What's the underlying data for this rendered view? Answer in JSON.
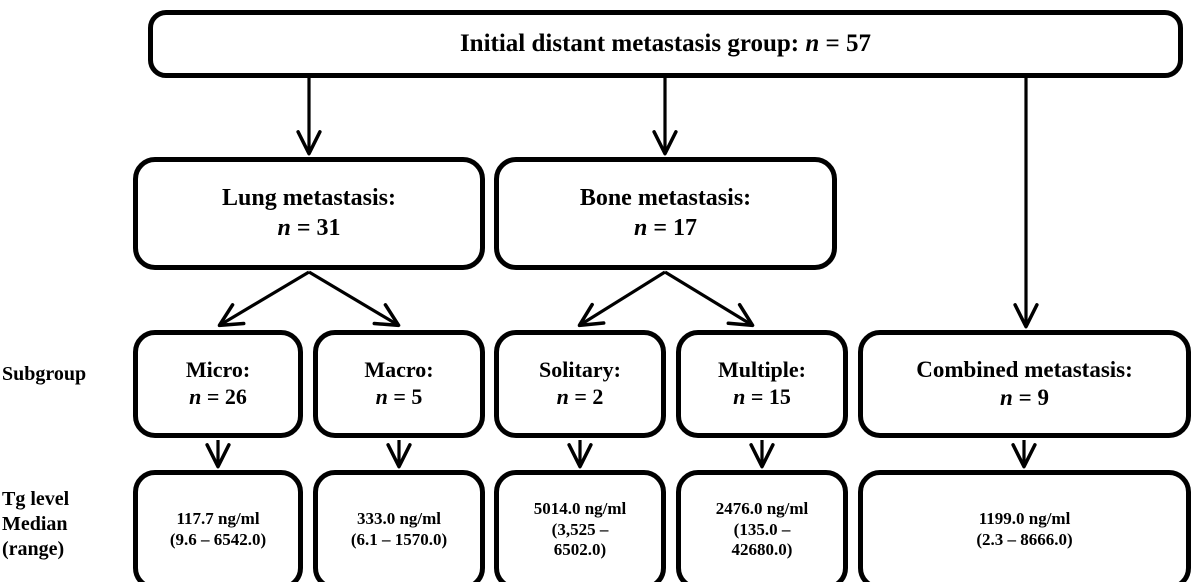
{
  "diagram": {
    "title": "Initial distant metastasis group flow chart",
    "stroke_color": "#000000",
    "background_color": "#ffffff"
  },
  "row_labels": {
    "subgroup": "Subgroup",
    "tg_line1": "Tg level",
    "tg_line2": "Median",
    "tg_line3": "(range)"
  },
  "nodes": {
    "root": {
      "line1_text": "Initial distant metastasis group: ",
      "line1_n": "n",
      "line1_value": " = 57"
    },
    "lung": {
      "line1": "Lung metastasis:",
      "n": "n",
      "value": " = 31"
    },
    "bone": {
      "line1": "Bone metastasis:",
      "n": "n",
      "value": " = 17"
    },
    "micro": {
      "line1": "Micro:",
      "n": "n",
      "value": " = 26"
    },
    "macro": {
      "line1": "Macro:",
      "n": "n",
      "value": " = 5"
    },
    "solitary": {
      "line1": "Solitary:",
      "n": "n",
      "value": " = 2"
    },
    "multiple": {
      "line1": "Multiple:",
      "n": "n",
      "value": " = 15"
    },
    "combined": {
      "line1": "Combined metastasis:",
      "n": "n",
      "value": " = 9"
    },
    "tg_micro": {
      "line1": "117.7 ng/ml",
      "line2": "(9.6 – 6542.0)"
    },
    "tg_macro": {
      "line1": "333.0 ng/ml",
      "line2": "(6.1 – 1570.0)"
    },
    "tg_solitary": {
      "line1": "5014.0 ng/ml",
      "line2": "(3,525 –",
      "line3": "6502.0)"
    },
    "tg_multiple": {
      "line1": "2476.0 ng/ml",
      "line2": "(135.0 –",
      "line3": "42680.0)"
    },
    "tg_combined": {
      "line1": "1199.0 ng/ml",
      "line2": "(2.3 – 8666.0)"
    }
  },
  "chart_data": {
    "type": "diagram",
    "title": "Initial distant metastasis group: n = 57",
    "groups": [
      {
        "name": "Lung metastasis",
        "n": 31,
        "subgroups": [
          {
            "name": "Micro",
            "n": 26,
            "tg_median_ng_ml": 117.7,
            "tg_range_ng_ml": [
              9.6,
              6542.0
            ]
          },
          {
            "name": "Macro",
            "n": 5,
            "tg_median_ng_ml": 333.0,
            "tg_range_ng_ml": [
              6.1,
              1570.0
            ]
          }
        ]
      },
      {
        "name": "Bone metastasis",
        "n": 17,
        "subgroups": [
          {
            "name": "Solitary",
            "n": 2,
            "tg_median_ng_ml": 5014.0,
            "tg_range_ng_ml": [
              3525,
              6502.0
            ]
          },
          {
            "name": "Multiple",
            "n": 15,
            "tg_median_ng_ml": 2476.0,
            "tg_range_ng_ml": [
              135.0,
              42680.0
            ]
          }
        ]
      },
      {
        "name": "Combined metastasis",
        "n": 9,
        "subgroups": [],
        "tg_median_ng_ml": 1199.0,
        "tg_range_ng_ml": [
          2.3,
          8666.0
        ]
      }
    ],
    "total_n": 57,
    "units": "ng/ml",
    "row_labels": [
      "Subgroup",
      "Tg level Median (range)"
    ]
  }
}
